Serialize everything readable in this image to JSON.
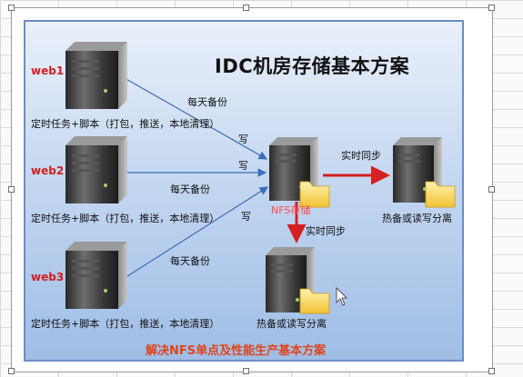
{
  "diagram": {
    "title": "IDC机房存储基本方案",
    "footer": "解决NFS单点及性能生产基本方案",
    "web_servers": [
      {
        "name": "web1",
        "task": "定时任务+脚本（打包，推送，本地清理）"
      },
      {
        "name": "web2",
        "task": "定时任务+脚本（打包，推送，本地清理）"
      },
      {
        "name": "web3",
        "task": "定时任务+脚本（打包，推送，本地清理）"
      }
    ],
    "nfs_label": "NFS存储",
    "backup_servers": [
      {
        "label": "热备或读写分离"
      },
      {
        "label": "热备或读写分离"
      }
    ],
    "edge_labels": {
      "daily_backup": "每天备份",
      "write": "写",
      "realtime_sync": "实时同步"
    },
    "colors": {
      "background_top": "#e9f0fa",
      "background_bottom": "#9fbde6",
      "web_label": "#d11f1f",
      "footer_text": "#e0441a",
      "sync_arrow": "#d42020",
      "nfs_label": "#ff4a4a"
    }
  }
}
